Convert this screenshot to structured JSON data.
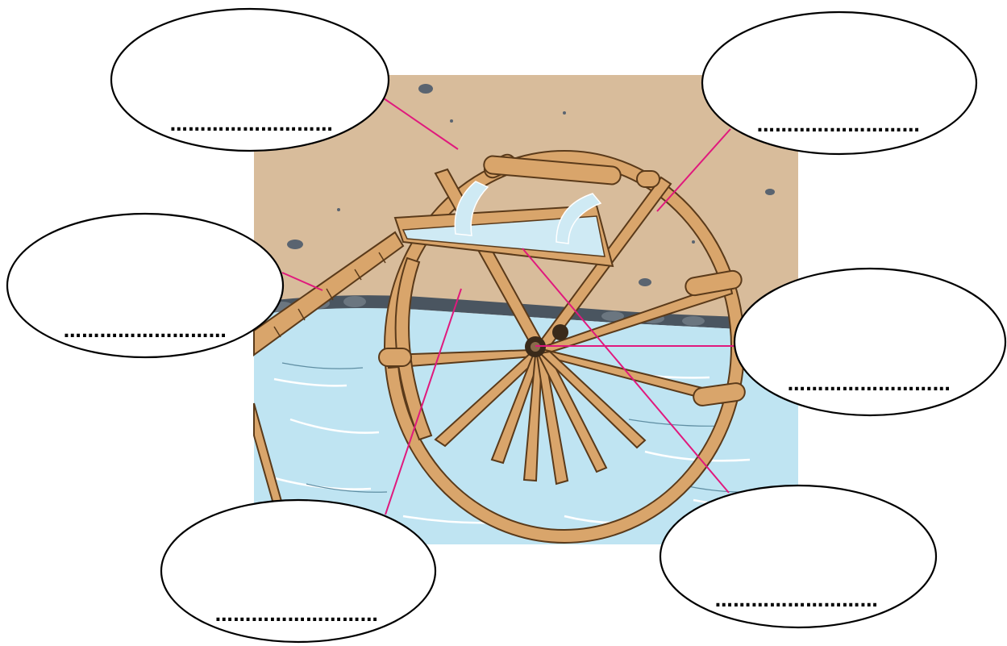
{
  "colors": {
    "sand": "#d8bc9b",
    "water": "#bfe4f2",
    "wood": "#d9a56b",
    "wood_dark": "#8a5a2b",
    "leader_line": "#e0197d",
    "stones": "#4a5560"
  },
  "labels": [
    {
      "id": "top-left",
      "blank": "………………………"
    },
    {
      "id": "top-right",
      "blank": "………………………"
    },
    {
      "id": "mid-left",
      "blank": "………………………"
    },
    {
      "id": "mid-right",
      "blank": "………………………"
    },
    {
      "id": "bottom-left",
      "blank": "………………………"
    },
    {
      "id": "bottom-right",
      "blank": "………………………"
    }
  ],
  "illustration": {
    "subject": "water-wheel",
    "parts": [
      "ground",
      "trough",
      "water-flow",
      "rim",
      "spokes",
      "axle",
      "river",
      "support-pole",
      "stone-bank"
    ]
  }
}
